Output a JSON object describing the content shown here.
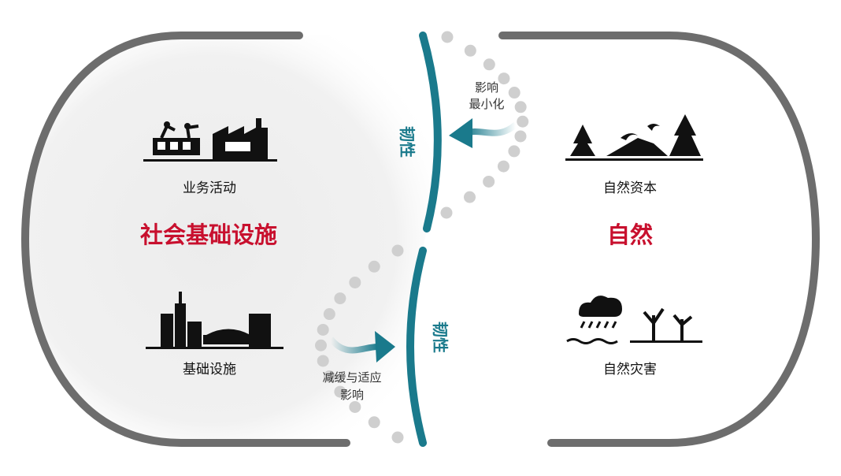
{
  "left": {
    "title": "社会基础设施",
    "top_label": "业务活动",
    "bottom_label": "基础设施",
    "top_icon": "factory-robot-icon",
    "bottom_icon": "city-skyline-train-icon"
  },
  "right": {
    "title": "自然",
    "top_label": "自然资本",
    "bottom_label": "自然灾害",
    "top_icon": "trees-birds-mountain-icon",
    "bottom_icon": "storm-flood-dead-trees-icon"
  },
  "resilience": {
    "upper": "韧性",
    "lower": "韧性"
  },
  "flows": {
    "minimize": {
      "line1": "影响",
      "line2": "最小化"
    },
    "mitigate": {
      "line1": "减缓与适应",
      "line2": "影响"
    }
  },
  "colors": {
    "accent": "#c8102e",
    "teal": "#1a7a8c",
    "outline": "#6d6d6d",
    "dots": "#cfcfcf"
  }
}
